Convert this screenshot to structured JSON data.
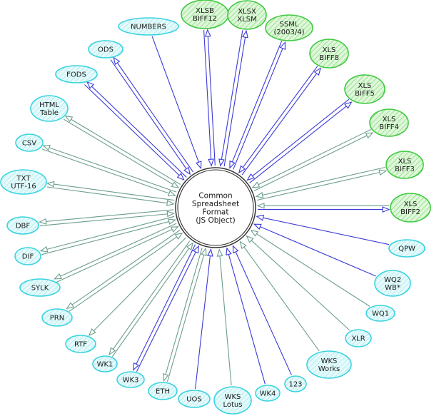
{
  "colors": {
    "readonly_fill": "#d8f6f8",
    "readonly_stroke": "#3ad3e0",
    "readwrite_fill": "#c8f0c0",
    "readwrite_stroke": "#3fc93f",
    "arrow_write": "#3a3ad8",
    "arrow_read": "#6b9e8c",
    "hub_stroke": "#333333"
  },
  "hub": {
    "lines": [
      "Common",
      "Spreadsheet",
      "Format",
      "(JS Object)"
    ]
  },
  "nodes": [
    {
      "id": "xlsb",
      "lines": [
        "XLSB",
        "BIFF12"
      ],
      "kind": "readwrite"
    },
    {
      "id": "xlsx",
      "lines": [
        "XLSX",
        "XLSM"
      ],
      "kind": "readwrite"
    },
    {
      "id": "ssml",
      "lines": [
        "SSML",
        "(2003/4)"
      ],
      "kind": "readwrite"
    },
    {
      "id": "biff8",
      "lines": [
        "XLS",
        "BIFF8"
      ],
      "kind": "readwrite"
    },
    {
      "id": "biff5",
      "lines": [
        "XLS",
        "BIFF5"
      ],
      "kind": "readwrite"
    },
    {
      "id": "biff4",
      "lines": [
        "XLS",
        "BIFF4"
      ],
      "kind": "readwrite"
    },
    {
      "id": "biff3",
      "lines": [
        "XLS",
        "BIFF3"
      ],
      "kind": "readwrite"
    },
    {
      "id": "biff2",
      "lines": [
        "XLS",
        "BIFF2"
      ],
      "kind": "readwrite"
    },
    {
      "id": "qpw",
      "lines": [
        "QPW"
      ],
      "kind": "readonly"
    },
    {
      "id": "wq2",
      "lines": [
        "WQ2",
        "WB*"
      ],
      "kind": "readonly"
    },
    {
      "id": "wq1",
      "lines": [
        "WQ1"
      ],
      "kind": "readonly"
    },
    {
      "id": "xlr",
      "lines": [
        "XLR"
      ],
      "kind": "readonly"
    },
    {
      "id": "wksworks",
      "lines": [
        "WKS",
        "Works"
      ],
      "kind": "readonly"
    },
    {
      "id": "n123",
      "lines": [
        "123"
      ],
      "kind": "readonly"
    },
    {
      "id": "wk4",
      "lines": [
        "WK4"
      ],
      "kind": "readonly"
    },
    {
      "id": "wkslotus",
      "lines": [
        "WKS",
        "Lotus"
      ],
      "kind": "readonly"
    },
    {
      "id": "uos",
      "lines": [
        "UOS"
      ],
      "kind": "readonly"
    },
    {
      "id": "eth",
      "lines": [
        "ETH"
      ],
      "kind": "readonly"
    },
    {
      "id": "wk3",
      "lines": [
        "WK3"
      ],
      "kind": "readonly"
    },
    {
      "id": "wk1",
      "lines": [
        "WK1"
      ],
      "kind": "readonly"
    },
    {
      "id": "rtf",
      "lines": [
        "RTF"
      ],
      "kind": "readonly"
    },
    {
      "id": "prn",
      "lines": [
        "PRN"
      ],
      "kind": "readonly"
    },
    {
      "id": "sylk",
      "lines": [
        "SYLK"
      ],
      "kind": "readonly"
    },
    {
      "id": "dif",
      "lines": [
        "DIF"
      ],
      "kind": "readonly"
    },
    {
      "id": "dbf",
      "lines": [
        "DBF"
      ],
      "kind": "readonly"
    },
    {
      "id": "txt",
      "lines": [
        "TXT",
        "UTF-16"
      ],
      "kind": "readonly"
    },
    {
      "id": "csv",
      "lines": [
        "CSV"
      ],
      "kind": "readonly"
    },
    {
      "id": "html",
      "lines": [
        "HTML",
        "Table"
      ],
      "kind": "readonly"
    },
    {
      "id": "fods",
      "lines": [
        "FODS"
      ],
      "kind": "readonly"
    },
    {
      "id": "ods",
      "lines": [
        "ODS"
      ],
      "kind": "readonly"
    },
    {
      "id": "numbers",
      "lines": [
        "NUMBERS"
      ],
      "kind": "readonly"
    }
  ],
  "edges": [
    {
      "node": "xlsb",
      "read": "write",
      "write": "write"
    },
    {
      "node": "xlsx",
      "read": "write",
      "write": "write"
    },
    {
      "node": "ssml",
      "read": "write",
      "write": "write"
    },
    {
      "node": "biff8",
      "read": "write",
      "write": "write"
    },
    {
      "node": "biff5",
      "read": "write",
      "write": "write"
    },
    {
      "node": "biff4",
      "read": "read",
      "write": "read"
    },
    {
      "node": "biff3",
      "read": "read",
      "write": "read"
    },
    {
      "node": "biff2",
      "read": "read",
      "write": "write"
    },
    {
      "node": "qpw",
      "read": "write",
      "write": null
    },
    {
      "node": "wq2",
      "read": "write",
      "write": null
    },
    {
      "node": "wq1",
      "read": "read",
      "write": null
    },
    {
      "node": "xlr",
      "read": "read",
      "write": null
    },
    {
      "node": "wksworks",
      "read": "read",
      "write": null
    },
    {
      "node": "n123",
      "read": "write",
      "write": null
    },
    {
      "node": "wk4",
      "read": "write",
      "write": null
    },
    {
      "node": "wkslotus",
      "read": "read",
      "write": null
    },
    {
      "node": "uos",
      "read": "write",
      "write": null
    },
    {
      "node": "eth",
      "read": "read",
      "write": "read"
    },
    {
      "node": "wk3",
      "read": "write",
      "write": "write"
    },
    {
      "node": "wk1",
      "read": "read",
      "write": "read"
    },
    {
      "node": "rtf",
      "read": null,
      "write": "read"
    },
    {
      "node": "prn",
      "read": "read",
      "write": "read"
    },
    {
      "node": "sylk",
      "read": "read",
      "write": "read"
    },
    {
      "node": "dif",
      "read": "read",
      "write": "read"
    },
    {
      "node": "dbf",
      "read": "read",
      "write": "read"
    },
    {
      "node": "txt",
      "read": "read",
      "write": "read"
    },
    {
      "node": "csv",
      "read": "read",
      "write": "read"
    },
    {
      "node": "html",
      "read": "read",
      "write": "read"
    },
    {
      "node": "fods",
      "read": "write",
      "write": "write"
    },
    {
      "node": "ods",
      "read": "write",
      "write": "write"
    },
    {
      "node": "numbers",
      "read": "write",
      "write": null
    }
  ]
}
